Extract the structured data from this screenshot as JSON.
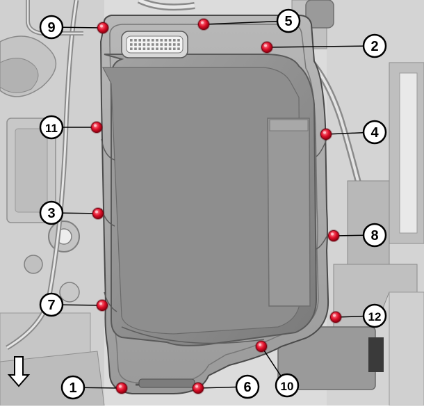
{
  "diagram": {
    "bolts": [
      {
        "number": "1",
        "order": 1
      },
      {
        "number": "2",
        "order": 2
      },
      {
        "number": "3",
        "order": 3
      },
      {
        "number": "4",
        "order": 4
      },
      {
        "number": "5",
        "order": 5
      },
      {
        "number": "6",
        "order": 6
      },
      {
        "number": "7",
        "order": 7
      },
      {
        "number": "8",
        "order": 8
      },
      {
        "number": "9",
        "order": 9
      },
      {
        "number": "10",
        "order": 10
      },
      {
        "number": "11",
        "order": 11
      },
      {
        "number": "12",
        "order": 12
      }
    ],
    "direction_arrow": {
      "icon": "down-arrow-icon",
      "direction": "down"
    },
    "colors": {
      "bolt": "#e0102a",
      "callout_fill": "#ffffff",
      "callout_stroke": "#000000",
      "pan": "#8c8c8c",
      "pan_dark": "#6e6e6e",
      "background": "#d2d2d2"
    }
  }
}
